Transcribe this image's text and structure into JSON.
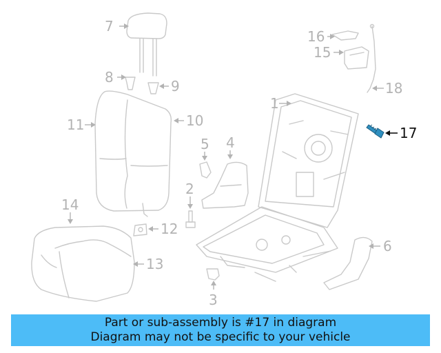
{
  "callouts": {
    "c1": "1",
    "c2": "2",
    "c3": "3",
    "c4": "4",
    "c5": "5",
    "c6": "6",
    "c7": "7",
    "c8": "8",
    "c9": "9",
    "c10": "10",
    "c11": "11",
    "c12": "12",
    "c13": "13",
    "c14": "14",
    "c15": "15",
    "c16": "16",
    "c17": "17",
    "c18": "18"
  },
  "highlighted_part": "17",
  "colors": {
    "highlight_part": "#2f8fbf",
    "banner_bg": "#4dbcf7",
    "line_art": "#c9c9c9"
  },
  "banner": {
    "line1": "Part or sub-assembly is #17 in diagram",
    "line2": "Diagram may not be specific to your vehicle"
  }
}
